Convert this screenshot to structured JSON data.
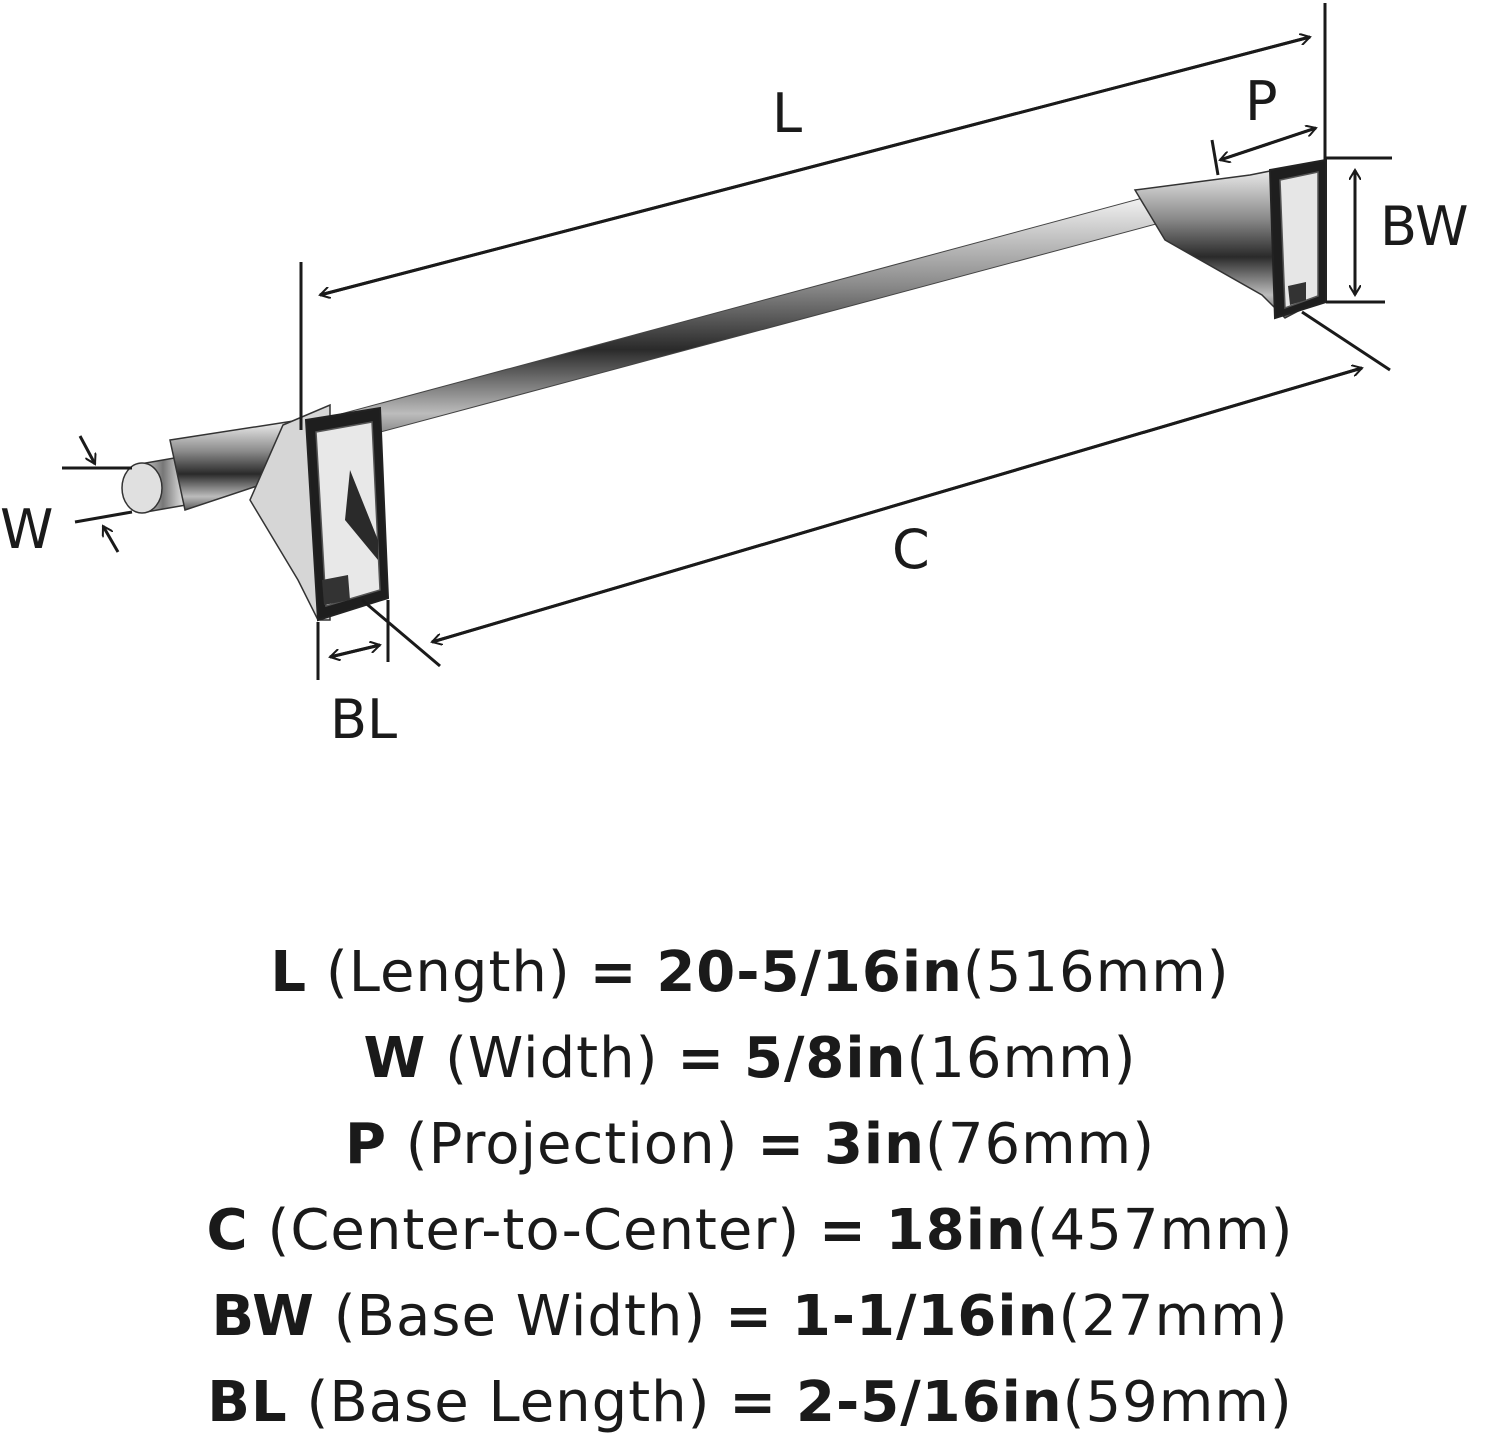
{
  "diagram": {
    "labels": {
      "L": "L",
      "P": "P",
      "BW": "BW",
      "W": "W",
      "C": "C",
      "BL": "BL"
    }
  },
  "specs": [
    {
      "code": "L",
      "name": "(Length)",
      "eq": "=",
      "imperial": "20-5/16in",
      "metric": "(516mm)"
    },
    {
      "code": "W",
      "name": "(Width)",
      "eq": "=",
      "imperial": "5/8in",
      "metric": "(16mm)"
    },
    {
      "code": "P",
      "name": "(Projection)",
      "eq": "=",
      "imperial": "3in",
      "metric": "(76mm)"
    },
    {
      "code": "C",
      "name": "(Center-to-Center)",
      "eq": "=",
      "imperial": "18in",
      "metric": "(457mm)"
    },
    {
      "code": "BW",
      "name": "(Base Width)",
      "eq": "=",
      "imperial": "1-1/16in",
      "metric": "(27mm)"
    },
    {
      "code": "BL",
      "name": "(Base Length)",
      "eq": "=",
      "imperial": "2-5/16in",
      "metric": "(59mm)"
    }
  ]
}
